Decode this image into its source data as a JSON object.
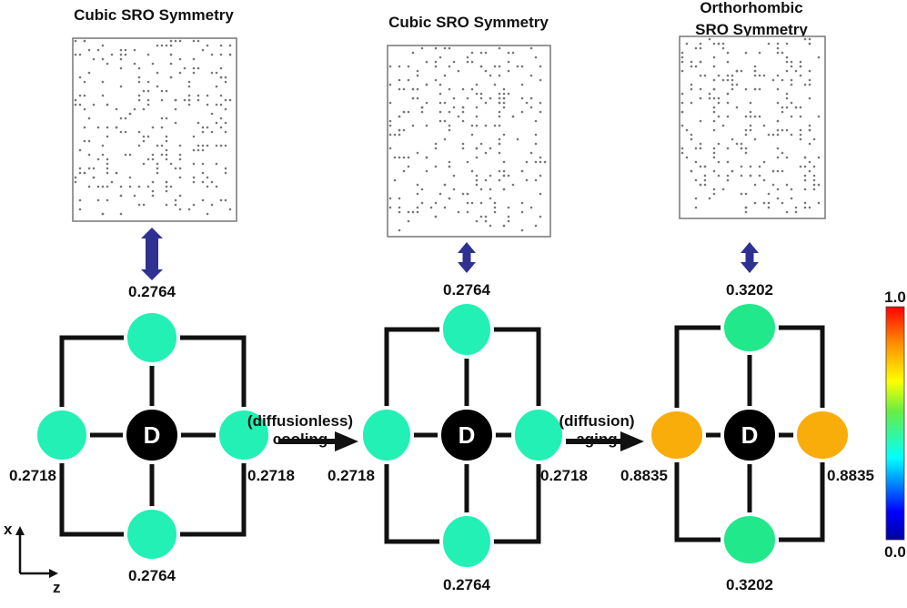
{
  "panels": [
    {
      "title": [
        "Cubic SRO Symmetry"
      ],
      "top": "0.2764",
      "bottom": "0.2764",
      "left": "0.2718",
      "right": "0.2718",
      "center": "D",
      "colors": {
        "vertical": "#22f0b4",
        "horizontal": "#22f0b4"
      },
      "seed": 11
    },
    {
      "title": [
        "Cubic SRO Symmetry"
      ],
      "top": "0.2764",
      "bottom": "0.2764",
      "left": "0.2718",
      "right": "0.2718",
      "center": "D",
      "colors": {
        "vertical": "#22f0b4",
        "horizontal": "#22f0b4"
      },
      "seed": 23
    },
    {
      "title": [
        "Orthorhombic",
        "SRO Symmetry"
      ],
      "top": "0.3202",
      "bottom": "0.3202",
      "left": "0.8835",
      "right": "0.8835",
      "center": "D",
      "colors": {
        "vertical": "#22e88c",
        "horizontal": "#f9ad0b"
      },
      "seed": 37
    }
  ],
  "transitions": [
    {
      "line1": "(diffusionless)",
      "line2": "cooling"
    },
    {
      "line1": "(diffusion)",
      "line2": "aging"
    }
  ],
  "axes": {
    "vertical": "x",
    "horizontal": "z"
  },
  "colorbar": {
    "max": "1.0",
    "min": "0.0"
  },
  "accent": {
    "double_arrow": "#2e3192"
  }
}
